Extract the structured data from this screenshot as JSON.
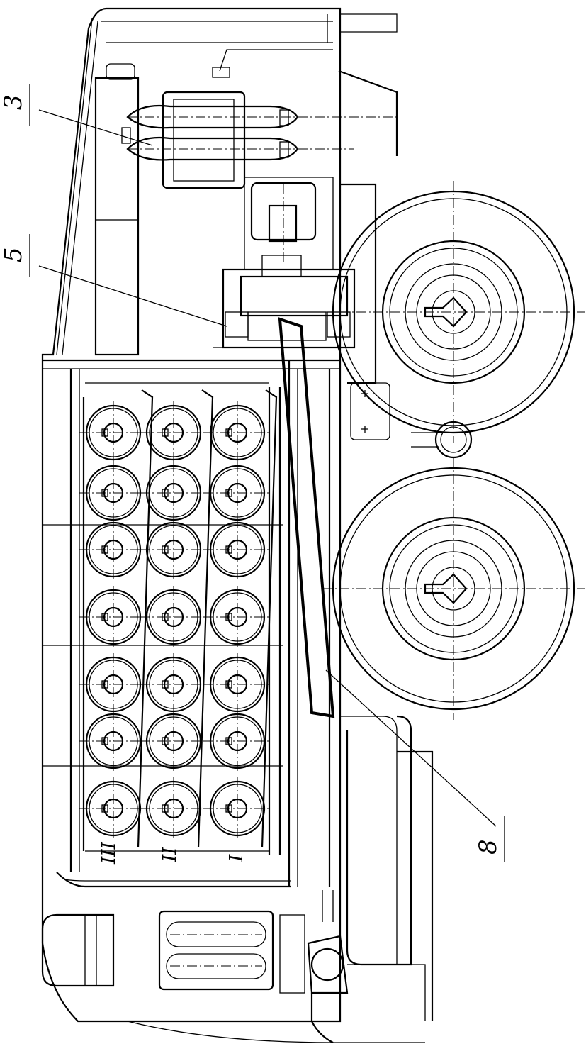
{
  "callouts": [
    {
      "label": "3"
    },
    {
      "label": "5"
    },
    {
      "label": "8"
    }
  ],
  "row_labels": [
    "III",
    "II",
    "I"
  ]
}
